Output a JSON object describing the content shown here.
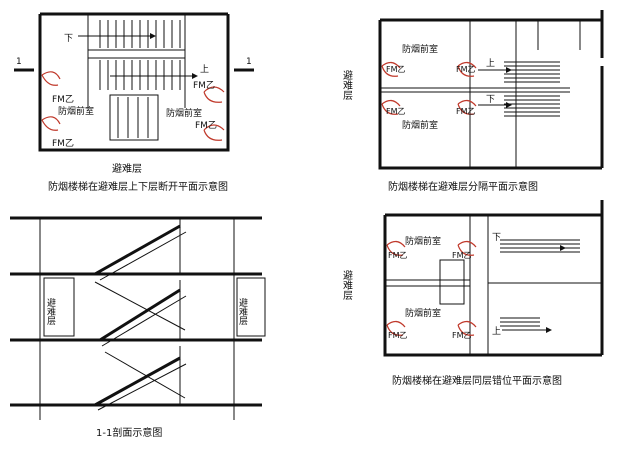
{
  "diagram_1": {
    "caption": "防烟楼梯在避难层上下层断开平面示意图",
    "floor_label": "避难层",
    "section_mark_left": "1",
    "section_mark_right": "1",
    "label_down": "下",
    "label_up": "上",
    "door_fm_1": "FM乙",
    "door_fm_2": "FM乙",
    "door_fm_3": "FM乙",
    "door_fm_4": "FM乙",
    "anteroom_1": "防烟前室",
    "anteroom_2": "防烟前室"
  },
  "diagram_2": {
    "caption": "防烟楼梯在避难层分隔平面示意图",
    "side_label": "避难层",
    "anteroom_top": "防烟前室",
    "anteroom_bottom": "防烟前室",
    "door_fm_1": "FM乙",
    "door_fm_2": "FM乙",
    "door_fm_3": "FM乙",
    "door_fm_4": "FM乙",
    "label_up": "上",
    "label_down": "下"
  },
  "diagram_3": {
    "caption": "1-1剖面示意图",
    "left_label": "避难层",
    "right_label": "避难层"
  },
  "diagram_4": {
    "caption": "防烟楼梯在避难层同层错位平面示意图",
    "side_label": "避难层",
    "anteroom_top": "防烟前室",
    "anteroom_bottom": "防烟前室",
    "door_fm_1": "FM乙",
    "door_fm_2": "FM乙",
    "door_fm_3": "FM乙",
    "door_fm_4": "FM乙",
    "label_down": "下",
    "label_up": "上"
  }
}
